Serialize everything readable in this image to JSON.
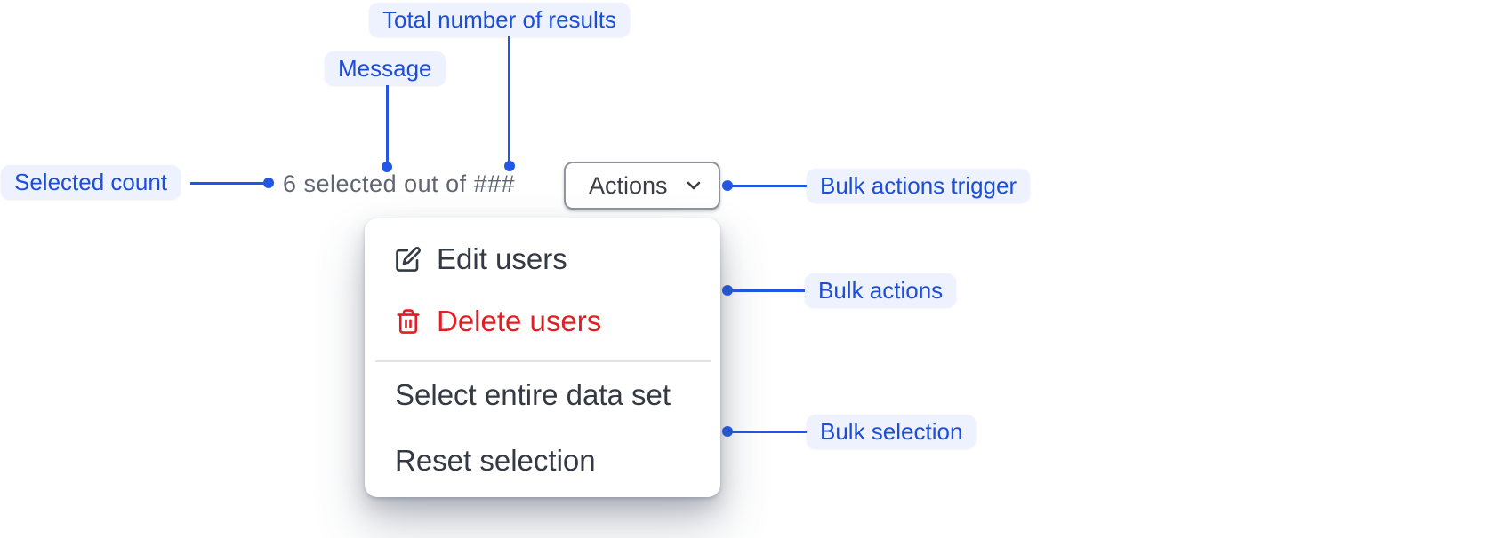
{
  "figure": {
    "description_colors": {
      "accent_blue": "#1d4ed8",
      "connector_blue": "#2256e4",
      "pill_background": "#edf2fe",
      "muted_text": "#5f6672",
      "menu_text": "#343a43",
      "danger_red": "#e01f25",
      "button_border": "#90959d",
      "divider": "#dfe2e6"
    }
  },
  "annotations": {
    "total_results": {
      "label": "Total number of results"
    },
    "message": {
      "label": "Message"
    },
    "selected_count": {
      "label": "Selected count"
    },
    "bulk_actions_trigger": {
      "label": "Bulk actions trigger"
    },
    "bulk_actions": {
      "label": "Bulk actions"
    },
    "bulk_selection": {
      "label": "Bulk selection"
    }
  },
  "bulk_bar": {
    "message": "6 selected out of ###",
    "actions_button": {
      "label": "Actions",
      "icon": "chevron-down-icon"
    }
  },
  "menu": {
    "items": [
      {
        "label": "Edit users",
        "icon": "edit-icon",
        "tone": "default"
      },
      {
        "label": "Delete users",
        "icon": "trash-icon",
        "tone": "critical"
      },
      {
        "label": "Select entire data set",
        "icon": null,
        "tone": "default"
      },
      {
        "label": "Reset selection",
        "icon": null,
        "tone": "default"
      }
    ]
  }
}
